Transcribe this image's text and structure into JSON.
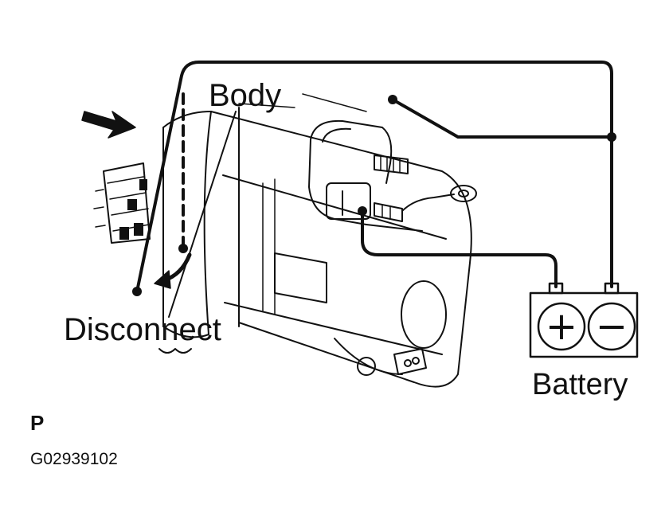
{
  "labels": {
    "body": "Body",
    "disconnect": "Disconnect",
    "battery": "Battery",
    "marker": "P",
    "figure_id": "G02939102"
  },
  "battery": {
    "positive_symbol": "+",
    "negative_symbol": "−"
  },
  "colors": {
    "ink": "#111111",
    "background": "#ffffff"
  },
  "icons": {
    "push_arrow": "push-direction-arrow-icon",
    "disconnect_arrow": "curved-arrow-icon"
  }
}
